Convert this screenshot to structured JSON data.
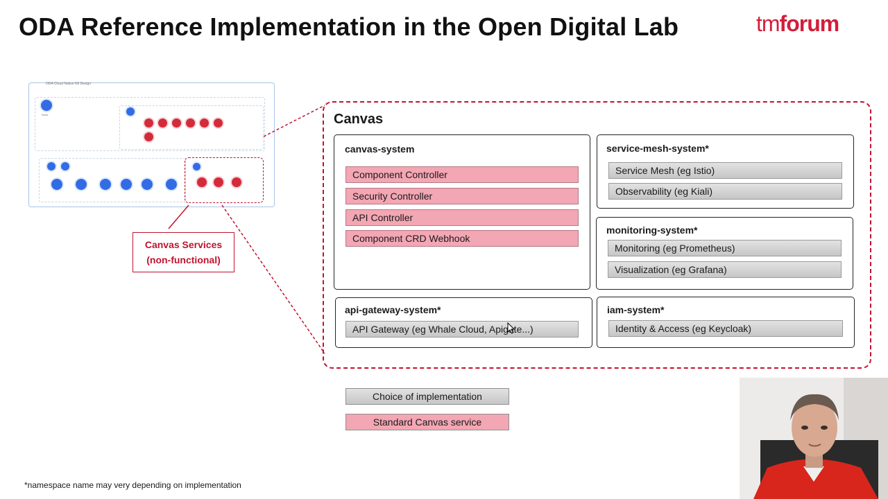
{
  "slide": {
    "title": "ODA Reference Implementation in the Open Digital Lab",
    "logo": {
      "prefix": "tm",
      "suffix": "forum"
    },
    "footnote": "*namespace name may very depending on implementation"
  },
  "mini_diagram": {
    "heading": "ODA Cloud Native K8 Design",
    "node_label": "Node",
    "callout": {
      "line1": "Canvas Services",
      "line2": "(non-functional)"
    }
  },
  "canvas": {
    "title": "Canvas",
    "canvas_system": {
      "title": "canvas-system",
      "items": [
        "Component Controller",
        "Security Controller",
        "API Controller",
        "Component CRD Webhook"
      ]
    },
    "service_mesh_system": {
      "title": "service-mesh-system*",
      "items": [
        "Service Mesh (eg Istio)",
        "Observability (eg Kiali)"
      ]
    },
    "monitoring_system": {
      "title": "monitoring-system*",
      "items": [
        "Monitoring (eg Prometheus)",
        "Visualization (eg Grafana)"
      ]
    },
    "api_gateway_system": {
      "title": "api-gateway-system*",
      "items": [
        "API Gateway (eg Whale Cloud, Apigate...)"
      ]
    },
    "iam_system": {
      "title": "iam-system*",
      "items": [
        "Identity & Access (eg Keycloak)"
      ]
    }
  },
  "legend": {
    "choice": "Choice of implementation",
    "standard": "Standard Canvas service"
  },
  "colors": {
    "accent_red": "#c0132f",
    "standard_pink": "#f3a6b3",
    "choice_grey": "#cfcfcf",
    "k8s_blue": "#326ce5"
  }
}
